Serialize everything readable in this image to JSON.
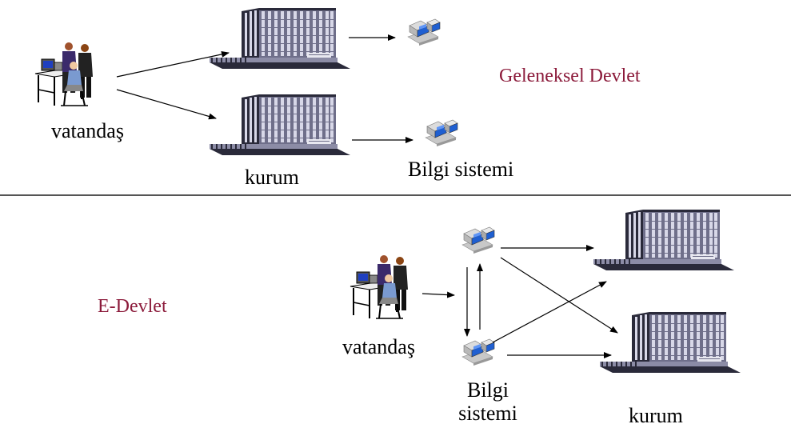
{
  "top": {
    "title": "Geleneksel Devlet",
    "citizen_label": "vatandaş",
    "institution_label": "kurum",
    "info_system_label": "Bilgi sistemi"
  },
  "bottom": {
    "title": "E-Devlet",
    "citizen_label": "vatandaş",
    "info_system_label_line1": "Bilgi",
    "info_system_label_line2": "sistemi",
    "institution_label": "kurum"
  },
  "colors": {
    "title": "#8b1a3a",
    "building_face": "#6f6f8a",
    "building_dark": "#2a2a3a",
    "building_window": "#d8d8e8",
    "computer_blue": "#1f5fd1"
  },
  "icons": {
    "citizen": "people-at-computer-icon",
    "institution": "office-building-icon",
    "info_system": "computer-terminal-icon"
  }
}
